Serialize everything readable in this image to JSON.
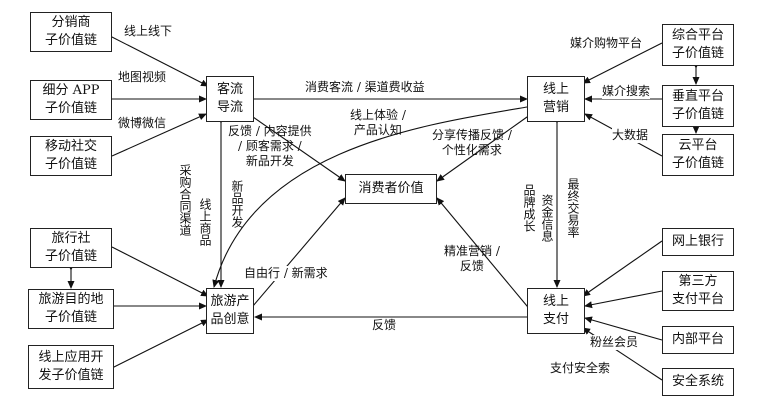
{
  "nodes": {
    "distributor": "分销商\n子价值链",
    "segment_app": "细分 APP\n子价值链",
    "mobile_social": "移动社交\n子价值链",
    "traffic_guide": "客流\n导流",
    "online_marketing": "线上\n营销",
    "consumer_value": "消费者价值",
    "travel_product": "旅游产\n品创意",
    "online_pay": "线上\n支付",
    "travel_agency": "旅行社\n子价值链",
    "destination": "旅游目的地\n子价值链",
    "online_app_dev": "线上应用开\n发子价值链",
    "comprehensive_platform": "综合平台\n子价值链",
    "vertical_platform": "垂直平台\n子价值链",
    "cloud_platform": "云平台\n子价值链",
    "online_bank": "网上银行",
    "third_party_pay": "第三方\n支付平台",
    "internal_platform": "内部平台",
    "security_system": "安全系统"
  },
  "edge_labels": {
    "online_offline": "线上线下",
    "map_video": "地图视频",
    "weibo_wechat": "微博微信",
    "consumer_traffic": "消费客流 / 渠道费收益",
    "media_shopping": "媒介购物平台",
    "media_search": "媒介搜索",
    "big_data": "大数据",
    "feedback_group": "反馈 / 内容提供\n/ 顾客需求 /\n新品开发",
    "online_experience": "线上体验 /\n产品认知",
    "share_spread": "分享传播反馈 /\n个性化需求",
    "procurement": "采购合同渠道",
    "online_goods": "线上商品",
    "new_product": "新品开发",
    "brand_growth": "品牌成长",
    "capital_info": "资金信息",
    "final_conversion": "最终交易率",
    "self_guided": "自由行 / 新需求",
    "precision_marketing": "精准营销 /\n反馈",
    "feedback": "反馈",
    "fan_member": "粉丝会员",
    "pay_security": "支付安全索"
  }
}
